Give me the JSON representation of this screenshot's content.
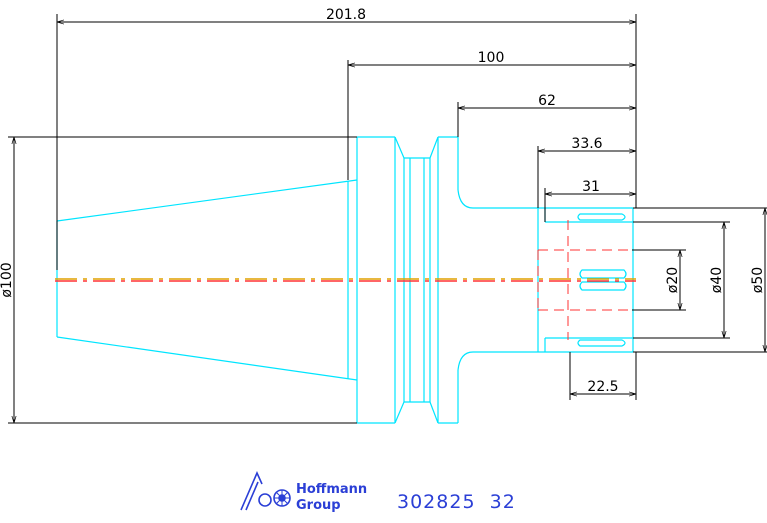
{
  "colors": {
    "part_outline": "#00e5ff",
    "dimension_lines": "#000000",
    "centerline_red": "#ff3333",
    "centerline_orange": "#e0a000",
    "hidden_lines": "#ff3333",
    "brand_blue": "#2b3fd6"
  },
  "dimensions": {
    "overall_length": "201.8",
    "length_100": "100",
    "length_62": "62",
    "length_33_6": "33.6",
    "length_31": "31",
    "length_22_5": "22.5",
    "dia_100": "ø100",
    "dia_20": "ø20",
    "dia_40": "ø40",
    "dia_50": "ø50"
  },
  "brand": {
    "name_line1": "Hoffmann",
    "name_line2": "Group",
    "logo_icon": "hoffmann-group-logo-icon"
  },
  "part_number": "302825  32"
}
